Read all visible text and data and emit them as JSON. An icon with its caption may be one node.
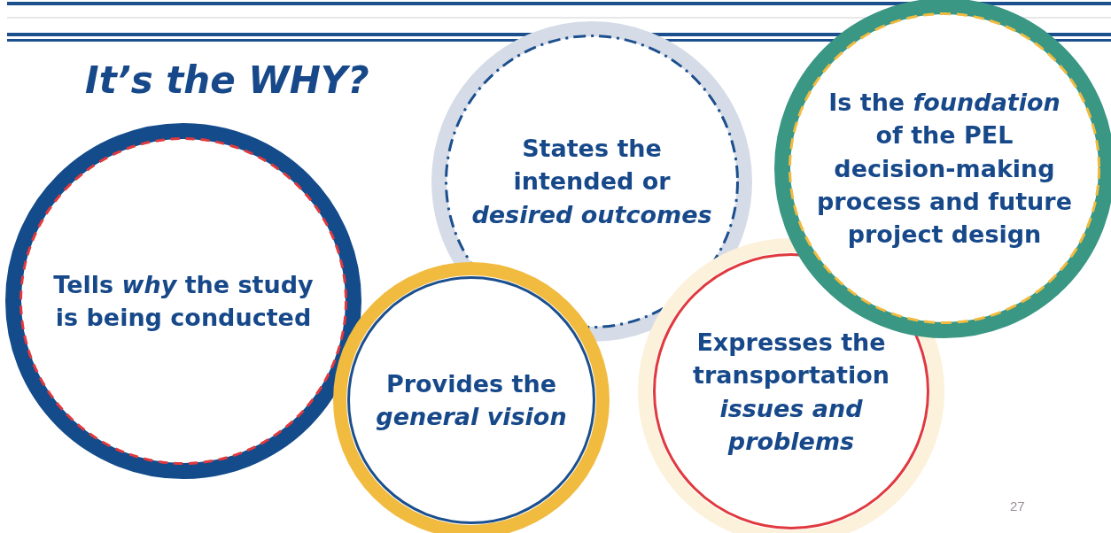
{
  "diagram": {
    "title": "It’s the WHY?",
    "nodes": [
      {
        "text": [
          "Tells *why* the study is being conducted"
        ]
      },
      {
        "text": [
          "States the intended or *desired outcomes*"
        ]
      },
      {
        "text": [
          "Provides the *general vision*"
        ]
      },
      {
        "text": [
          "Is the *foundation* of the PEL decision-making process and future project design"
        ]
      },
      {
        "text": [
          "Expresses the transportation *issues and problems*"
        ]
      }
    ],
    "labels": [
      "27"
    ]
  }
}
